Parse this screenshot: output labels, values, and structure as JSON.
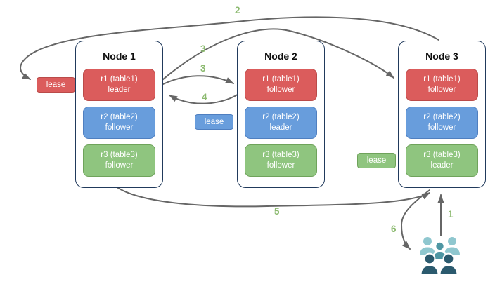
{
  "nodes": [
    {
      "title": "Node 1",
      "replicas": [
        {
          "name": "r1 (table1)",
          "role": "leader",
          "color": "#DB5C5C"
        },
        {
          "name": "r2 (table2)",
          "role": "follower",
          "color": "#689DDC"
        },
        {
          "name": "r3 (table3)",
          "role": "follower",
          "color": "#8FC57F"
        }
      ]
    },
    {
      "title": "Node 2",
      "replicas": [
        {
          "name": "r1 (table1)",
          "role": "follower",
          "color": "#DB5C5C"
        },
        {
          "name": "r2 (table2)",
          "role": "leader",
          "color": "#689DDC"
        },
        {
          "name": "r3 (table3)",
          "role": "follower",
          "color": "#8FC57F"
        }
      ]
    },
    {
      "title": "Node 3",
      "replicas": [
        {
          "name": "r1 (table1)",
          "role": "follower",
          "color": "#DB5C5C"
        },
        {
          "name": "r2 (table2)",
          "role": "follower",
          "color": "#689DDC"
        },
        {
          "name": "r3 (table3)",
          "role": "leader",
          "color": "#8FC57F"
        }
      ]
    }
  ],
  "leases": [
    {
      "label": "lease",
      "color": "#DB5C5C"
    },
    {
      "label": "lease",
      "color": "#689DDC"
    },
    {
      "label": "lease",
      "color": "#8FC57F"
    }
  ],
  "arrow_labels": [
    "2",
    "3",
    "3",
    "4",
    "5",
    "6",
    "1"
  ],
  "icons": {
    "users_group": "users-group-icon"
  },
  "colors": {
    "node_border": "#213A5C",
    "arrow": "#666666",
    "step_number": "#8CBA70",
    "replica_red": "#DB5C5C",
    "replica_blue": "#689DDC",
    "replica_green": "#8FC57F",
    "people_light_teal": "#8FC7CF",
    "people_medium_teal": "#4E96A3",
    "people_dark_teal": "#2B5A6E"
  }
}
